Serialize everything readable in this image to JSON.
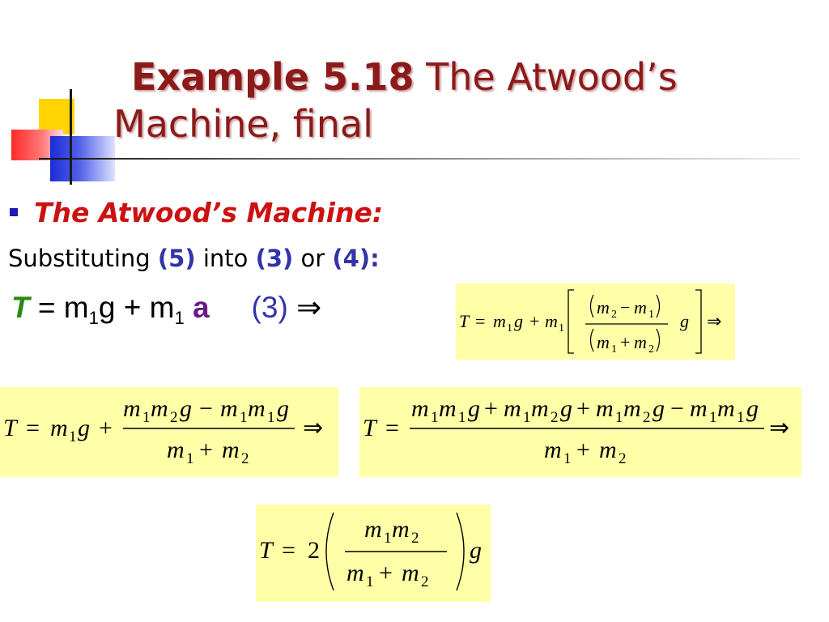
{
  "slide": {
    "title_bold": "Example 5.18",
    "title_rest": "The Atwood’s Machine, final",
    "bullet": "The Atwood’s Machine:",
    "subst": {
      "text1": "Substituting",
      "ref5": "(5)",
      "text2": "into",
      "ref3": "(3)",
      "text3": "or",
      "ref4": "(4):"
    },
    "t_line": {
      "var": "T",
      "eq": " = m",
      "sub1": "1",
      "g_plus_m": "g + m",
      "sub2": "1",
      "a": "a",
      "ref": "(3)",
      "arrow": "⇒"
    }
  },
  "colors": {
    "title": "#8c1a1a",
    "bullet_text": "#cc1111",
    "bullet_square": "#1b1bb8",
    "ref": "#3333aa",
    "t_var": "#2a8a14",
    "a_var": "#6b1a86",
    "equation_box": "#ffffa8"
  }
}
